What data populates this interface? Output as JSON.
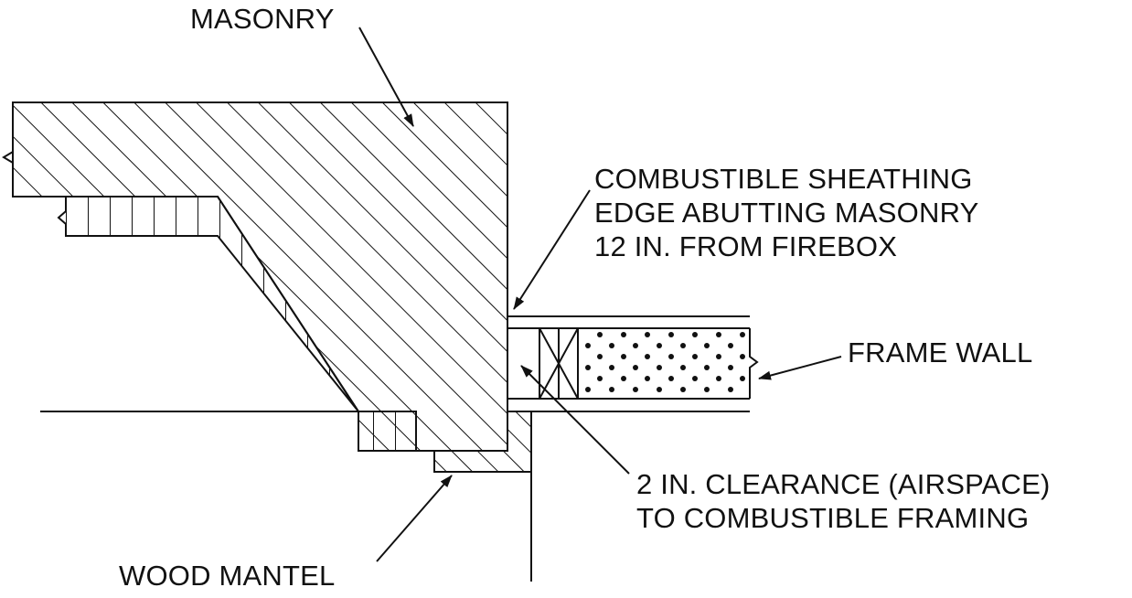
{
  "diagram": {
    "labels": {
      "masonry": "MASONRY",
      "sheathing": [
        "COMBUSTIBLE SHEATHING",
        "EDGE ABUTTING MASONRY",
        "12 IN. FROM FIREBOX"
      ],
      "frame_wall": "FRAME WALL",
      "clearance": [
        "2 IN. CLEARANCE (AIRSPACE)",
        "TO COMBUSTIBLE FRAMING"
      ],
      "wood_mantel": "WOOD MANTEL"
    },
    "colors": {
      "ink": "#111111",
      "background": "#ffffff"
    }
  }
}
